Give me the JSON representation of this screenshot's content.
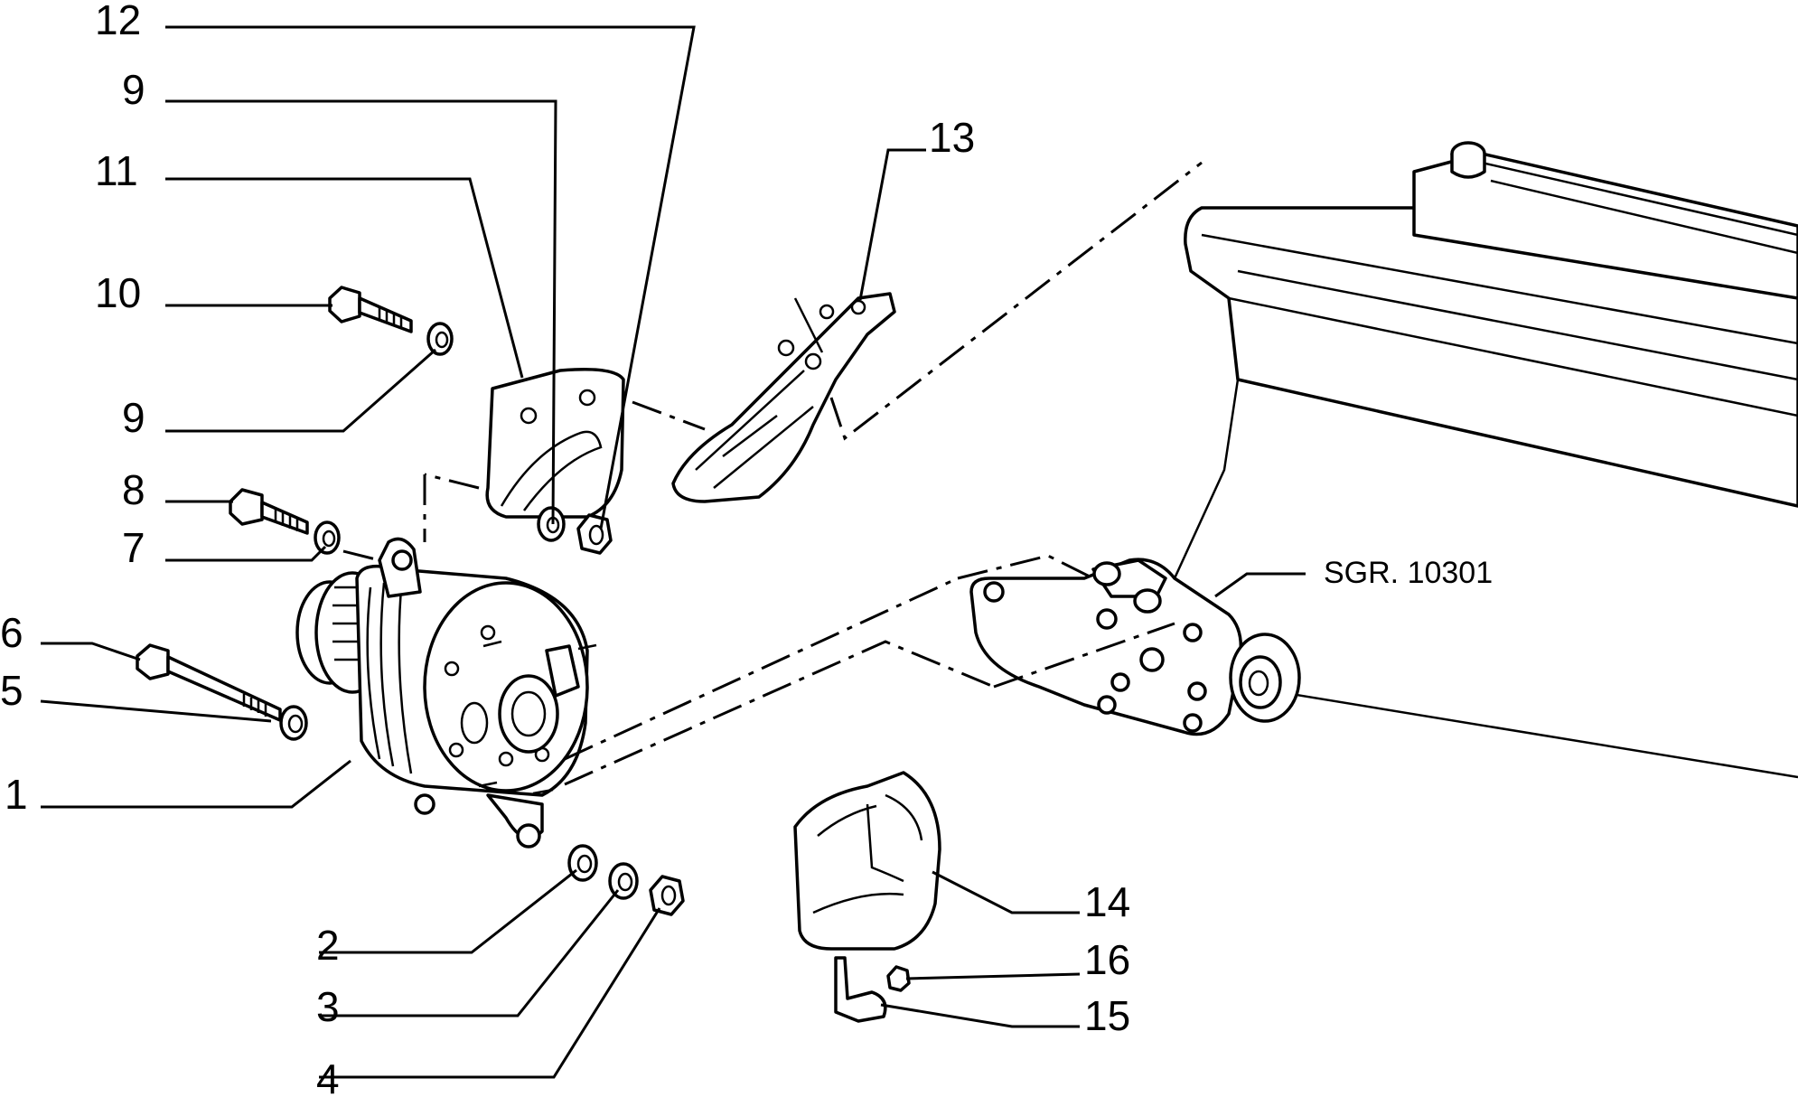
{
  "callouts": {
    "c12": "12",
    "c9a": "9",
    "c11": "11",
    "c10": "10",
    "c9b": "9",
    "c8": "8",
    "c7": "7",
    "c6": "6",
    "c5": "5",
    "c1": "1",
    "c2": "2",
    "c3": "3",
    "c4": "4",
    "c13": "13",
    "c14": "14",
    "c16": "16",
    "c15": "15"
  },
  "reference": "SGR. 10301"
}
